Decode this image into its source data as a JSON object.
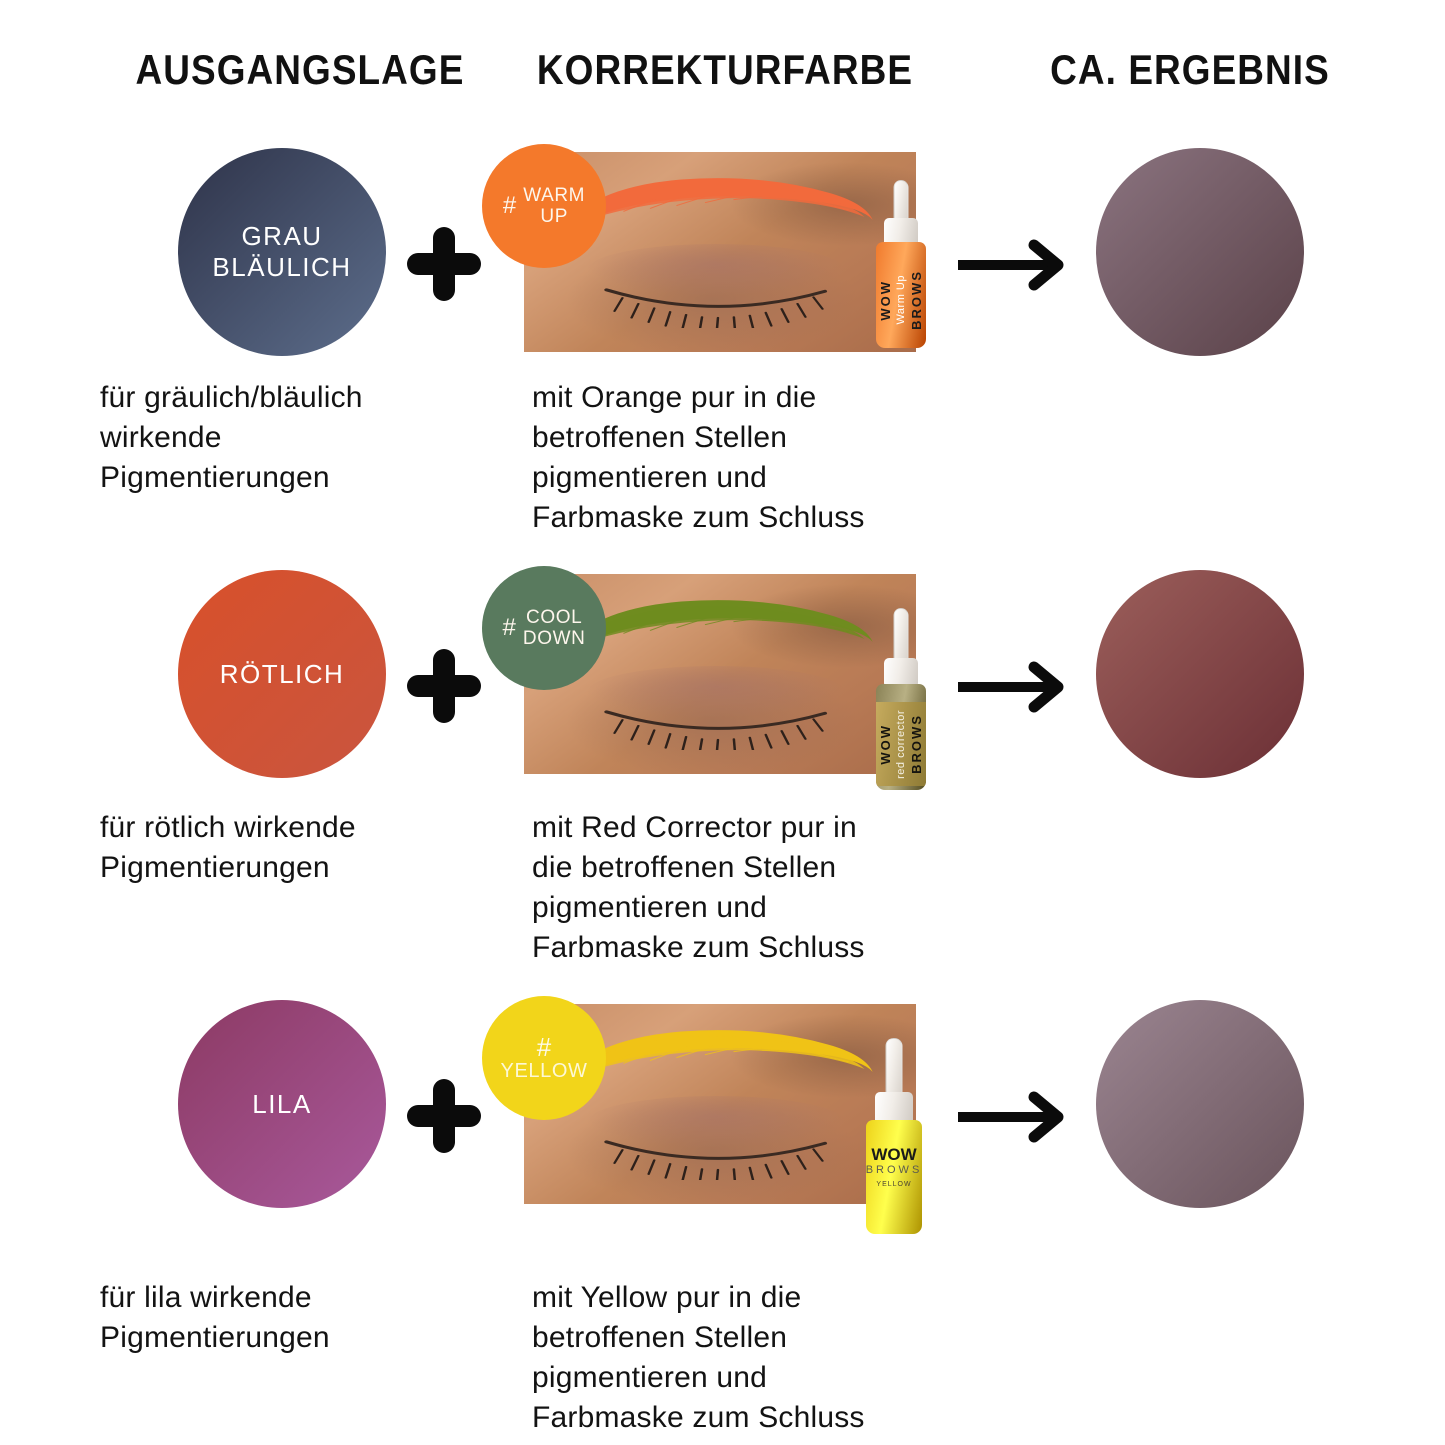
{
  "headers": [
    {
      "label": "AUSGANGSLAGE"
    },
    {
      "label": "KORREKTURFARBE"
    },
    {
      "label": "CA. ERGEBNIS"
    }
  ],
  "symbols": {
    "plus": "+",
    "arrow": "→"
  },
  "rows": [
    {
      "source": {
        "label": "GRAU\nBLÄULICH",
        "color_from": "#2e3349",
        "color_to": "#5d6e8c"
      },
      "badge": {
        "hash": "#",
        "label": "WARM\nUP",
        "color": "#f4792b",
        "layout": "inline"
      },
      "brow_color": "#f26a3c",
      "bottle": {
        "brand": "WOW",
        "product": "Warm Up",
        "line": "BROWS",
        "liquid_color": "#f07a2d",
        "label_color": "#ffffff",
        "cap_color": "#f5f2ee"
      },
      "result": {
        "color_from": "#8b7480",
        "color_to": "#5a4148"
      },
      "caption_left": "für gräulich/bläulich\nwirkende\nPigmentierungen",
      "caption_mid": "mit Orange pur in die\nbetroffenen Stellen\npigmentieren und\nFarbmaske zum Schluss"
    },
    {
      "source": {
        "label": "RÖTLICH",
        "color_from": "#d8502a",
        "color_to": "#c9553f"
      },
      "badge": {
        "hash": "#",
        "label": "COOL\nDOWN",
        "color": "#597a5e",
        "layout": "inline"
      },
      "brow_color": "#6f8c1f",
      "bottle": {
        "brand": "WOW",
        "product": "red corrector",
        "line": "BROWS",
        "liquid_color": "#8a8256",
        "label_color": "#a68a3c",
        "cap_color": "#eceae6"
      },
      "result": {
        "color_from": "#9c5f5b",
        "color_to": "#6b2f35"
      },
      "caption_left": "für rötlich wirkende\nPigmentierungen",
      "caption_mid": "mit Red Corrector pur in\ndie betroffenen Stellen\npigmentieren und\nFarbmaske zum Schluss"
    },
    {
      "source": {
        "label": "LILA",
        "color_from": "#8c3a63",
        "color_to": "#a9599c"
      },
      "badge": {
        "hash": "#",
        "label": "YELLOW",
        "color": "#f2d51a",
        "layout": "stacked"
      },
      "brow_color": "#f0c316",
      "bottle": {
        "brand": "WOW",
        "product": "YELLOW",
        "line": "BROWS",
        "liquid_color": "#edd21a",
        "label_color": "#ffffff",
        "cap_color": "#f7f5f1"
      },
      "result": {
        "color_from": "#9b8591",
        "color_to": "#6a545c"
      },
      "caption_left": "für lila wirkende\nPigmentierungen",
      "caption_mid": "mit Yellow pur in die\nbetroffenen Stellen\npigmentieren und\nFarbmaske zum Schluss"
    }
  ]
}
